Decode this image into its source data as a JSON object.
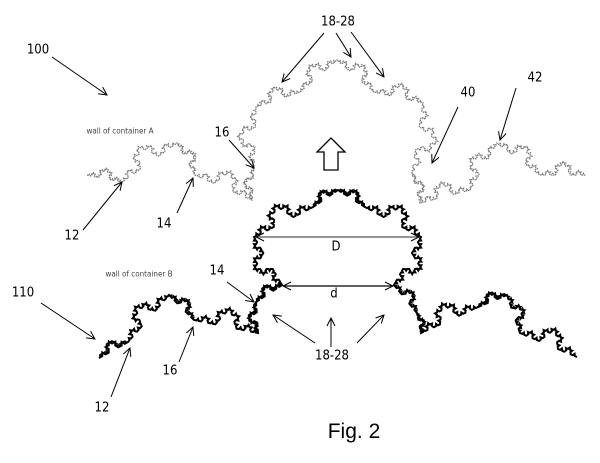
{
  "figure_title": "Fig. 2",
  "container_a": {
    "wall_label": "wall of container A",
    "ref_100": "100",
    "ref_12": "12",
    "ref_14": "14",
    "ref_16": "16",
    "ref_18_28": "18-28",
    "ref_40": "40",
    "ref_42": "42"
  },
  "container_b": {
    "wall_label": "wall of container B",
    "ref_110": "110",
    "ref_12": "12",
    "ref_14": "14",
    "ref_16": "16",
    "ref_18_28": "18-28",
    "dimension_D": "D",
    "dimension_d": "d"
  },
  "colors": {
    "wall_a": "#7a7a7a",
    "wall_b": "#000000",
    "ink": "#000000"
  }
}
